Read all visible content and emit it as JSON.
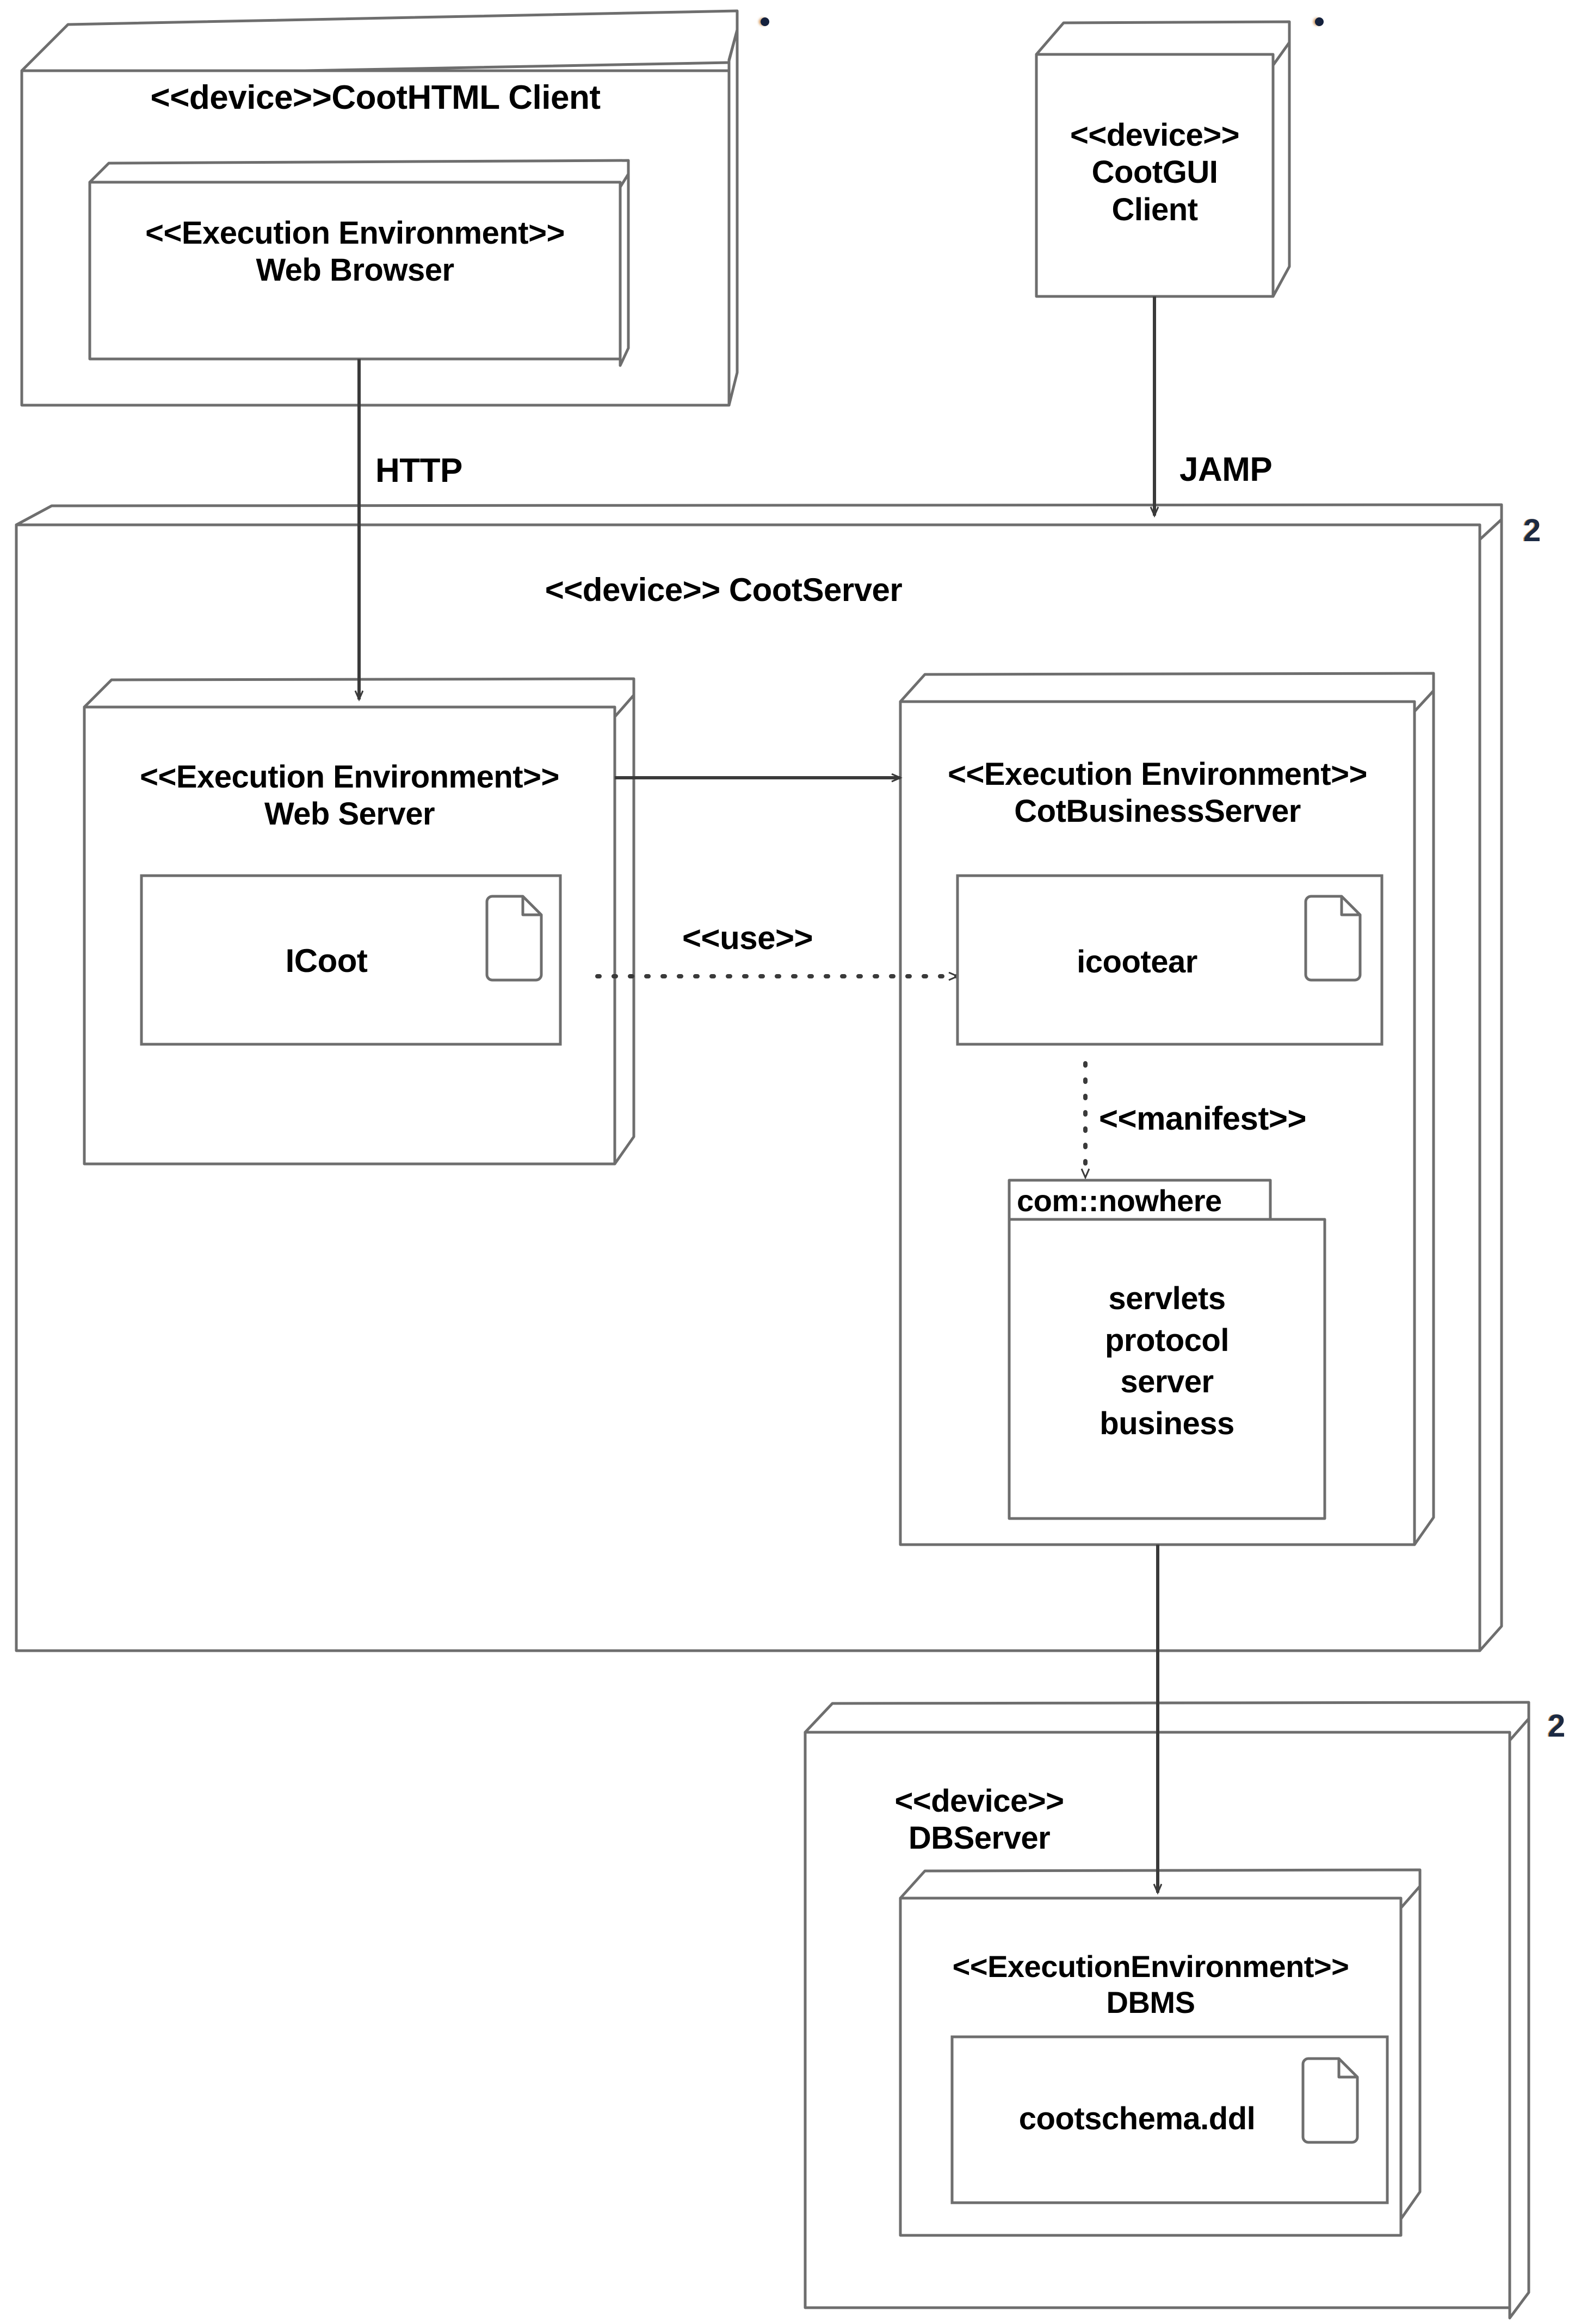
{
  "diagram": {
    "kind": "UML Deployment Diagram",
    "stereotypes": {
      "device": "<<device>>",
      "execution_environment": "<<Execution Environment>>",
      "execution_environment_nospace": "<<ExecutionEnvironment>>",
      "use": "<<use>>",
      "manifest": "<<manifest>>"
    }
  },
  "nodes": {
    "coot_html_client": {
      "label": "<<device>>CootHTML Client",
      "marker": "●",
      "child": {
        "label": "<<Execution Environment>>\nWeb Browser"
      }
    },
    "coot_gui_client": {
      "label": "<<device>>\nCootGUI\nClient",
      "marker": "●"
    },
    "coot_server": {
      "label": "<<device>> CootServer",
      "marker": "2",
      "web_server": {
        "label": "<<Execution Environment>>\nWeb Server",
        "artifact": {
          "name": "ICoot",
          "icon": "document-icon"
        }
      },
      "business_server": {
        "label": "<<Execution Environment>>\nCotBusinessServer",
        "artifact": {
          "name": "icootear",
          "icon": "document-icon"
        },
        "package": {
          "name": "com::nowhere",
          "contents": "servlets\nprotocol\nserver\nbusiness"
        }
      }
    },
    "db_server": {
      "label": "<<device>>\nDBServer",
      "marker": "2",
      "dbms": {
        "label": "<<ExecutionEnvironment>>\nDBMS",
        "artifact": {
          "name": "cootschema.ddl",
          "icon": "document-icon"
        }
      }
    }
  },
  "edges": {
    "http": {
      "label": "HTTP",
      "style": "solid-arrow"
    },
    "jamp": {
      "label": "JAMP",
      "style": "solid-arrow"
    },
    "webserver_to_business": {
      "label": "",
      "style": "solid-arrow"
    },
    "use": {
      "label": "<<use>>",
      "style": "dashed-arrow"
    },
    "manifest": {
      "label": "<<manifest>>",
      "style": "dashed-arrow"
    },
    "business_to_db": {
      "label": "",
      "style": "solid-arrow"
    }
  },
  "colors": {
    "stroke": "#6e6e6e",
    "stroke_dark": "#4a4a4a",
    "text": "#000000",
    "background": "#ffffff",
    "marker": "#14213d"
  }
}
